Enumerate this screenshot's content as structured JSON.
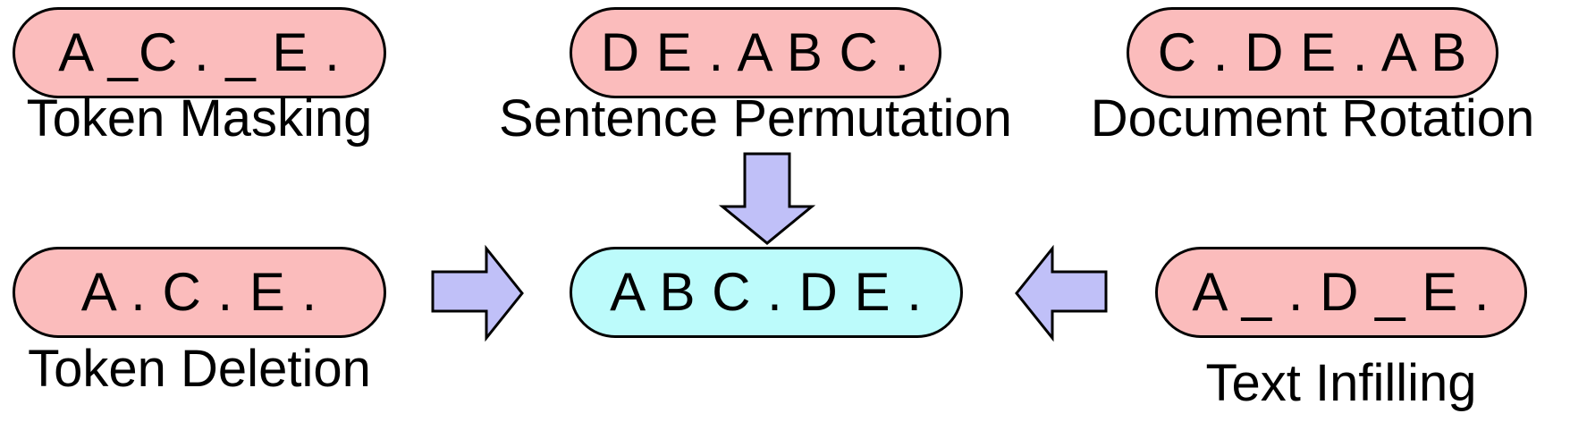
{
  "noising": [
    {
      "id": "token-masking",
      "sequence": "A _C . _ E .",
      "label": "Token Masking"
    },
    {
      "id": "sentence-permutation",
      "sequence": "D E . A B C .",
      "label": "Sentence Permutation"
    },
    {
      "id": "document-rotation",
      "sequence": "C . D E . A B",
      "label": "Document Rotation"
    },
    {
      "id": "token-deletion",
      "sequence": "A . C . E .",
      "label": "Token Deletion"
    },
    {
      "id": "text-infilling",
      "sequence": "A _ . D _ E .",
      "label": "Text Infilling"
    }
  ],
  "original": {
    "sequence": "A B C . D E ."
  },
  "colors": {
    "noised_fill": "#fbbcbc",
    "original_fill": "#bcfbfb",
    "arrow_fill": "#c0c0f8",
    "stroke": "#000000"
  }
}
